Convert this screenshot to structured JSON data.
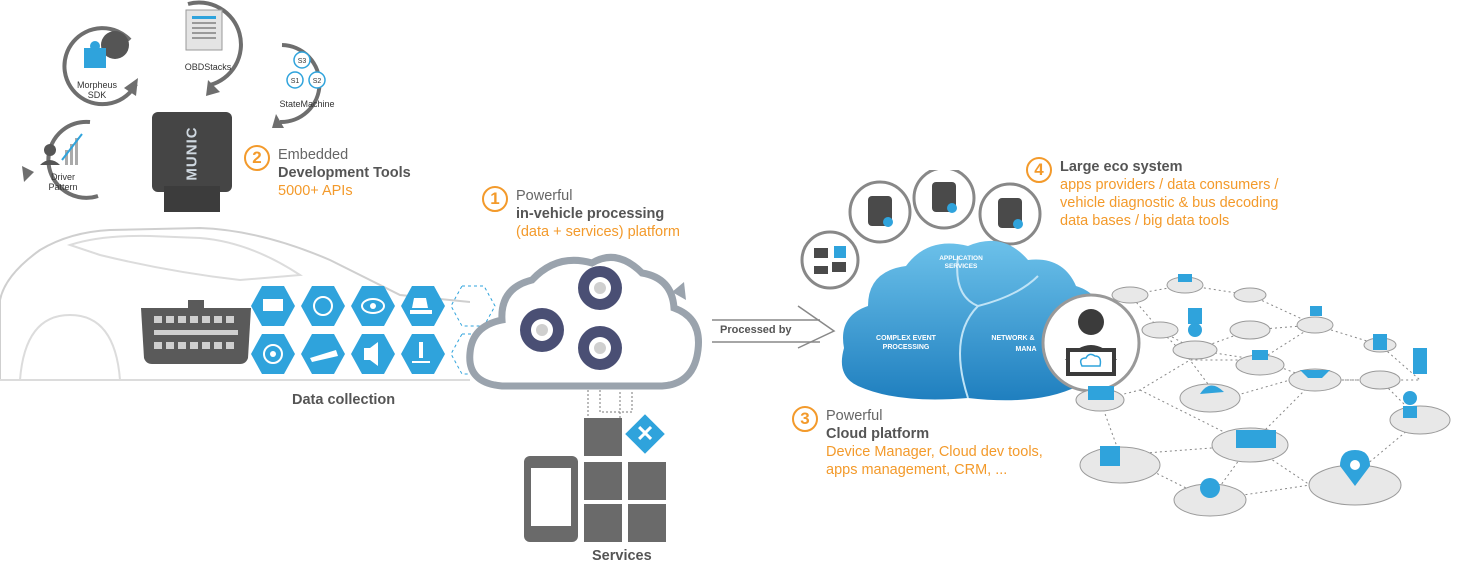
{
  "tools": {
    "morpheus_line1": "Morpheus",
    "morpheus_line2": "SDK",
    "obdstacks": "OBDStacks",
    "statemachine": "StateMachine",
    "driver_line1": "Driver",
    "driver_line2": "Pattern",
    "state_s1": "S1",
    "state_s2": "S2",
    "state_s3": "S3",
    "device_logo": "MUNIC"
  },
  "step2": {
    "number": "2",
    "line1": "Embedded",
    "line2": "Development Tools",
    "line3": "5000+ APIs"
  },
  "step1": {
    "number": "1",
    "line1": "Powerful",
    "line2": "in-vehicle processing",
    "line3": "(data + services) platform"
  },
  "step3": {
    "number": "3",
    "line1": "Powerful",
    "line2": "Cloud platform",
    "line3": "Device Manager, Cloud dev tools,",
    "line4": "apps management, CRM, ..."
  },
  "step4": {
    "number": "4",
    "line1": "Large eco system",
    "line2": "apps providers / data consumers /",
    "line3": "vehicle diagnostic & bus decoding",
    "line4": "data bases / big data tools"
  },
  "labels": {
    "data_collection": "Data collection",
    "processed_by": "Processed by",
    "services": "Services"
  },
  "cloud": {
    "application_line1": "APPLICATION",
    "application_line2": "SERVICES",
    "cep_line1": "COMPLEX EVENT",
    "cep_line2": "PROCESSING",
    "network_line1": "NETWORK &",
    "network_line2": "MANA"
  },
  "colors": {
    "accent": "#f39a2b",
    "blue": "#2fa3dc",
    "gray": "#666666",
    "dark": "#3b3b3b"
  }
}
